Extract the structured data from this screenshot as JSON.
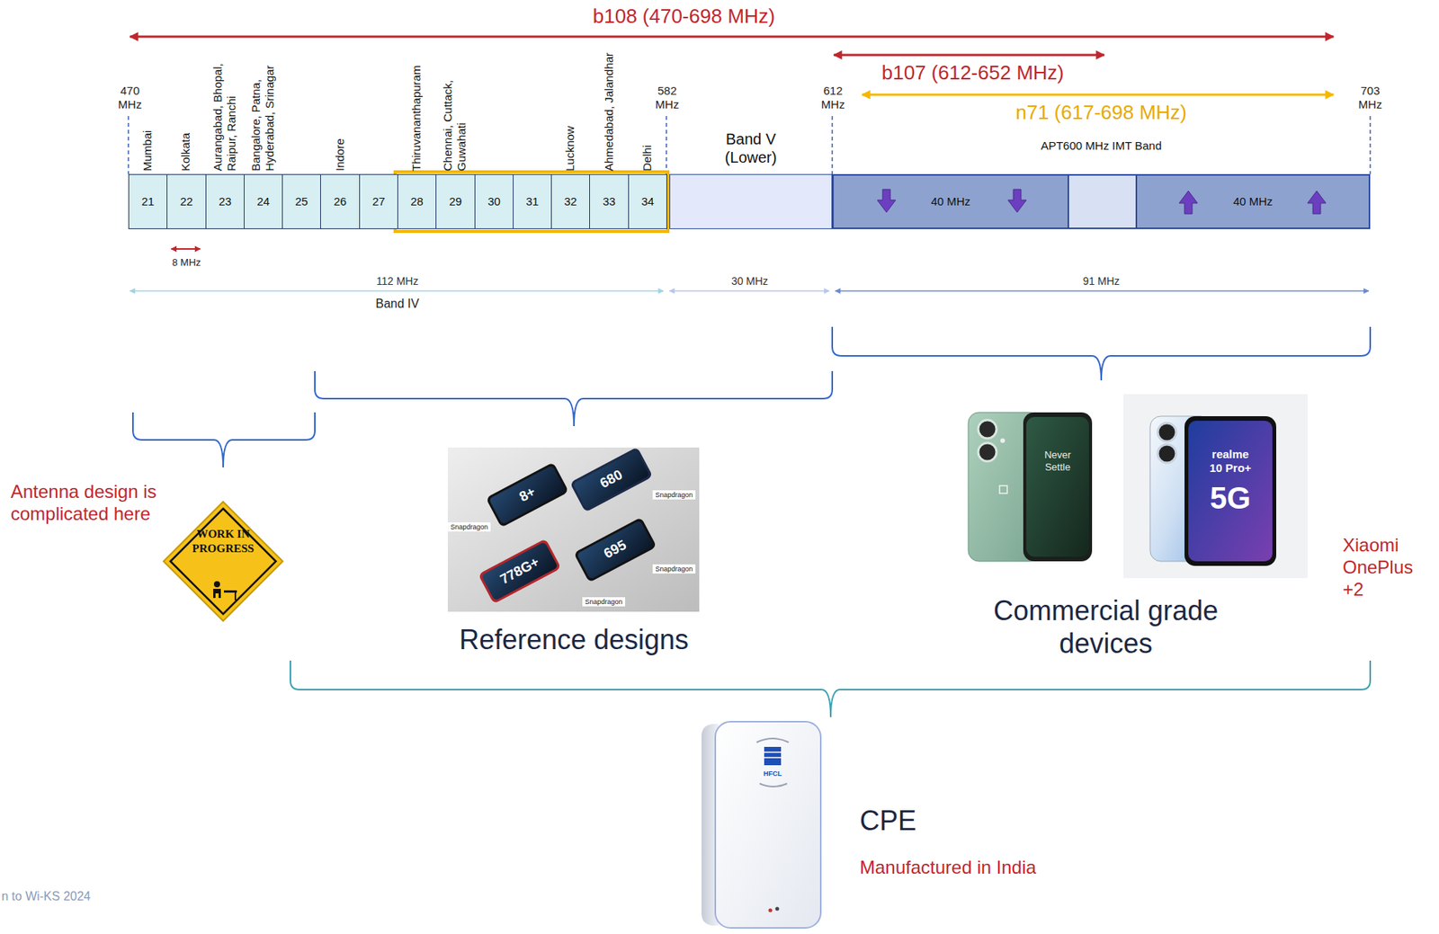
{
  "diagram": {
    "nodes": [
      {
        "text": [
          "21"
        ]
      },
      {
        "text": [
          "22"
        ]
      },
      {
        "text": [
          "23"
        ]
      },
      {
        "text": [
          "24"
        ]
      },
      {
        "text": [
          "25"
        ]
      },
      {
        "text": [
          "26"
        ]
      },
      {
        "text": [
          "27"
        ]
      },
      {
        "text": [
          "28"
        ]
      },
      {
        "text": [
          "29"
        ]
      },
      {
        "text": [
          "30"
        ]
      },
      {
        "text": [
          "31"
        ]
      },
      {
        "text": [
          "32"
        ]
      },
      {
        "text": [
          "33"
        ]
      },
      {
        "text": [
          "34"
        ]
      },
      {
        "text": [
          "Band V (Lower)"
        ]
      },
      {
        "text": [
          "APT600 MHz IMT Band"
        ]
      },
      {
        "text": [
          "40 MHz"
        ],
        "in": 15
      },
      {
        "text": [
          "40 MHz"
        ],
        "in": 15
      }
    ],
    "labels": [
      "b108 (470-698 MHz)",
      "b107 (612-652 MHz)",
      "n71 (617-698 MHz)",
      "470 MHz",
      "582 MHz",
      "612 MHz",
      "703 MHz",
      "Mumbai",
      "Kolkata",
      "Aurangabad, Bhopal, Raipur, Ranchi",
      "Bangalore, Patna, Hyderabad, Srinagar",
      "Indore",
      "Thiruvananthapuram",
      "Chennai, Cuttack, Guwahati",
      "Lucknow",
      "Ahmedabad, Jalandhar",
      "Delhi",
      "8 MHz",
      "112 MHz",
      "Band IV",
      "30 MHz",
      "91 MHz",
      "Antenna design is complicated here",
      "WORK IN PROGRESS",
      "8+",
      "680",
      "778G+",
      "695",
      "Snapdragon",
      "Snapdragon",
      "Snapdragon",
      "Snapdragon",
      "Reference designs",
      "Never Settle",
      "realme 10 Pro+",
      "5G",
      "Commercial grade devices",
      "Xiaomi OnePlus +2",
      "HFCL",
      "CPE",
      "Manufactured in India",
      "n to Wi-KS 2024"
    ]
  }
}
